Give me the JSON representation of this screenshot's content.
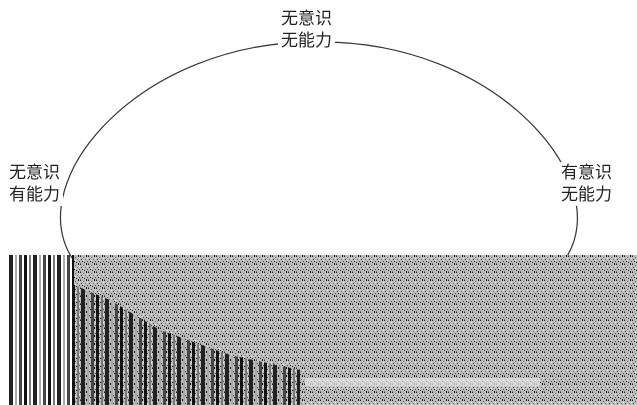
{
  "diagram": {
    "nodes": {
      "top": {
        "line1": "无意识",
        "line2": "无能力"
      },
      "left": {
        "line1": "无意识",
        "line2": "有能力"
      },
      "right": {
        "line1": "有意识",
        "line2": "无能力"
      }
    },
    "colors": {
      "curve": "#333333",
      "text": "#222222",
      "background": "#ffffff"
    }
  }
}
